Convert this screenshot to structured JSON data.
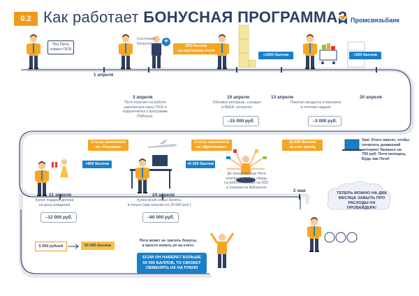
{
  "header": {
    "badge": "0.2",
    "title_normal": "Как работает ",
    "title_bold": "БОНУСНАЯ ПРОГРАММА?",
    "brand": "Промсвязьбанк"
  },
  "intro": {
    "speech": "Это Петя,\nклиент ПСБ"
  },
  "events": [
    {
      "date": "1 апреля"
    },
    {
      "date": "3 апреля",
      "caption": "Петя получил на работе\nзарплатную карту ПСБ и\nподключился к программе\nPSBonus.",
      "account_label": "Состояние\nбонусного счета",
      "account_value": "500 баллов\nна карточном счете"
    },
    {
      "date": "10 апреля",
      "caption": "Обновил интерьер, съездил\nв ИКЕА, потратил",
      "amount": "–15 000 руб.",
      "bonus": "+1000 баллов"
    },
    {
      "date": "13 апреля",
      "caption": "Покупал продукты в магазине\nв течение недели",
      "amount": "–3 000 руб."
    },
    {
      "date": "20 апреля",
      "bonus": "+200 баллов"
    },
    {
      "date": "21 апреля",
      "caption": "Купил подарок дочери\nна день рождения",
      "amount": "–12 000 руб.",
      "bonus": "+800 баллов"
    },
    {
      "date": "24 апреля",
      "caption": "Купил всей семье билеты\nв отпуск (при покупке по 20 000 руб.)",
      "amount": "–60 000 руб.",
      "status": "Статус изменился\nна «Платина»",
      "bonus": "+6 200 баллов"
    },
    {
      "date": "2 мая",
      "caption": "До конца месяца Петя\nплатил картой за обеды\nна работе, бензин на АЗС\nи покупки на AliExpress",
      "status": "Статус изменился\nна «Бриллиант»",
      "bonus": "10 000 баллов\nза этот месяц"
    }
  ],
  "laptop_note": "Ура! Этого хватит, чтобы\nоплатить домашний\nинтернет балансе на\n750 руб. Петя молодец.\nБудь как Петя!",
  "cloud_note": "ТЕПЕРЬ МОЖНО НА ДВА\nМЕСЯЦА ЗАБЫТЬ ПРО\nРАСХОДЫ НА ПРОВАЙДЕРА!",
  "bottom": {
    "rub_box": "5 000 рублей",
    "points_box": "50 000 баллов",
    "save_note": "Петя может не тратить бонусы,\nа просто копить их на счете.",
    "blue_note": "ЕСЛИ ОН НАБЕРЕТ БОЛЬШЕ\n50 000 БАЛЛОВ, ТО СМОЖЕТ\nОБМЕНЯТЬ ИХ НА РУБЛИ"
  },
  "colors": {
    "accent": "#f29a1a",
    "blue": "#1a7fc8",
    "navy": "#2f3f63",
    "yellow": "#f6c343"
  }
}
